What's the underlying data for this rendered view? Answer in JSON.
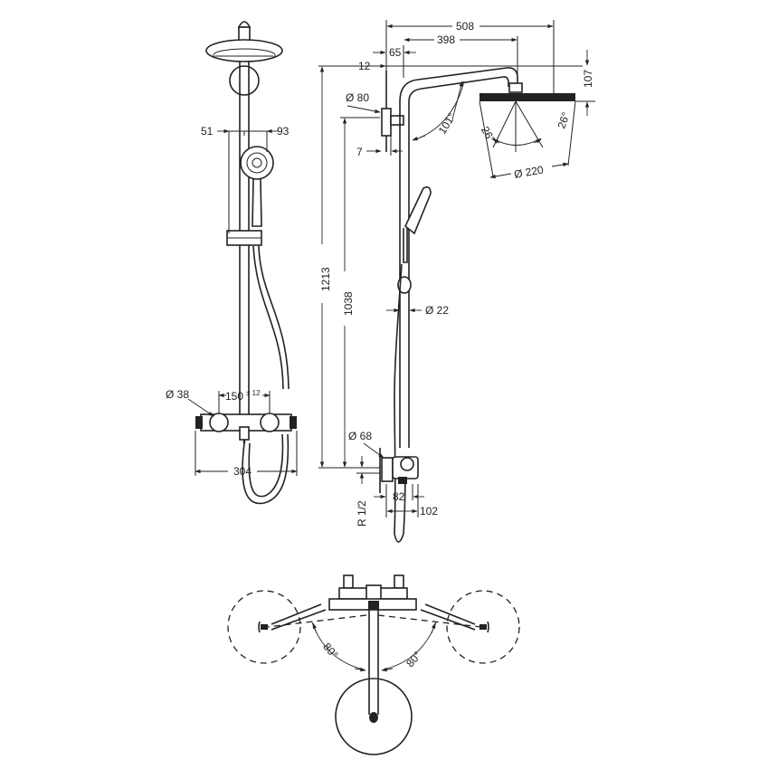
{
  "dimensions": {
    "overall_width": "508",
    "arm_length": "398",
    "offset_65": "65",
    "offset_12": "12",
    "head_height": "107",
    "wall_flange_diameter": "Ø 80",
    "arm_angle": "101°",
    "tilt_left": "26°",
    "tilt_right": "26°",
    "wall_gap": "7",
    "head_diameter": "Ø 220",
    "total_height": "1213",
    "riser_height": "1038",
    "pipe_diameter": "Ø 22",
    "rosette_diameter": "Ø 68",
    "connection_thread": "R 1/2",
    "depth_82": "82",
    "depth_102": "102",
    "hand_offset_51": "51",
    "hand_offset_93": "93",
    "handle_diameter": "Ø 38",
    "centers_main": "150",
    "centers_tolerance": "± 12",
    "thermostat_width": "304",
    "swing_left": "80°",
    "swing_right": "80°"
  }
}
